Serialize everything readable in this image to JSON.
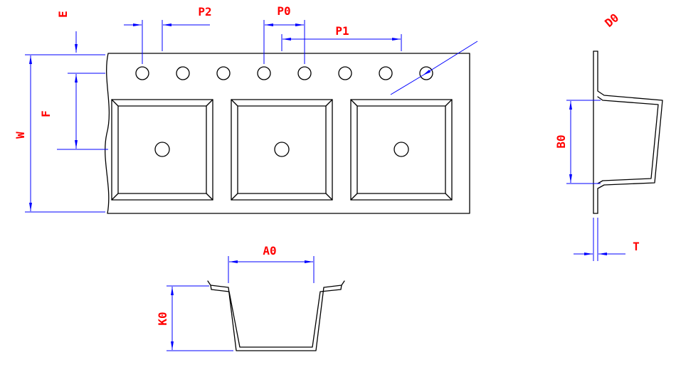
{
  "colors": {
    "outline": "#000000",
    "dimension": "#0000ff",
    "label": "#ff0000",
    "background": "#ffffff"
  },
  "labels": {
    "e": "E",
    "p2": "P2",
    "p0": "P0",
    "p1": "P1",
    "d0": "D0",
    "w": "W",
    "f": "F",
    "b0": "B0",
    "t": "T",
    "a0": "A0",
    "k0": "K0"
  }
}
